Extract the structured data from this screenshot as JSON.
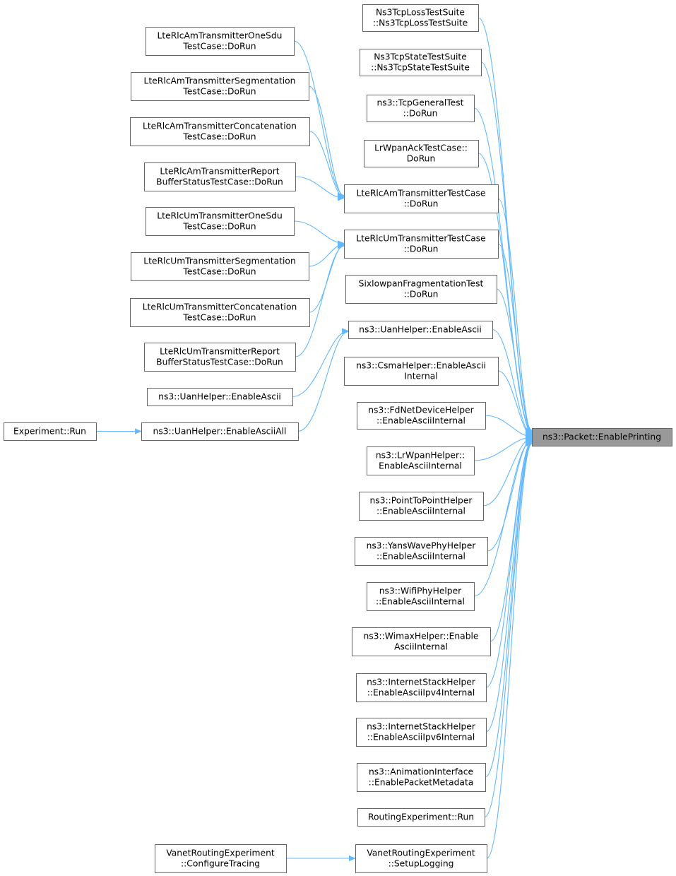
{
  "colors": {
    "edge": "#63b8ff",
    "node_fill": "#ffffff",
    "node_border": "#666666",
    "target_fill": "#999999"
  },
  "nodes": [
    {
      "id": "target",
      "lines": [
        "ns3::Packet::EnablePrinting"
      ],
      "highlight": true
    },
    {
      "id": "ns3tcplosstestsuite",
      "lines": [
        "Ns3TcpLossTestSuite",
        "::Ns3TcpLossTestSuite"
      ]
    },
    {
      "id": "ns3tcpstatetestsuite",
      "lines": [
        "Ns3TcpStateTestSuite",
        "::Ns3TcpStateTestSuite"
      ]
    },
    {
      "id": "tcpgeneraltest",
      "lines": [
        "ns3::TcpGeneralTest",
        "::DoRun"
      ]
    },
    {
      "id": "lrwpanacktestcase",
      "lines": [
        "LrWpanAckTestCase::",
        "DoRun"
      ]
    },
    {
      "id": "lterlcamtransmittertestcase",
      "lines": [
        "LteRlcAmTransmitterTestCase",
        "::DoRun"
      ]
    },
    {
      "id": "lterlcumtransmittertestcase",
      "lines": [
        "LteRlcUmTransmitterTestCase",
        "::DoRun"
      ]
    },
    {
      "id": "sixlowpanfragmentationtest",
      "lines": [
        "SixlowpanFragmentationTest",
        "::DoRun"
      ]
    },
    {
      "id": "uanhelper-enableascii-main",
      "lines": [
        "ns3::UanHelper::EnableAscii"
      ]
    },
    {
      "id": "csmahelper",
      "lines": [
        "ns3::CsmaHelper::EnableAscii",
        "Internal"
      ]
    },
    {
      "id": "fdnetdevicehelper",
      "lines": [
        "ns3::FdNetDeviceHelper",
        "::EnableAsciiInternal"
      ]
    },
    {
      "id": "lrwpanhelper",
      "lines": [
        "ns3::LrWpanHelper::",
        "EnableAsciiInternal"
      ]
    },
    {
      "id": "pointtopointhelper",
      "lines": [
        "ns3::PointToPointHelper",
        "::EnableAsciiInternal"
      ]
    },
    {
      "id": "yanswavephyhelper",
      "lines": [
        "ns3::YansWavePhyHelper",
        "::EnableAsciiInternal"
      ]
    },
    {
      "id": "wifiphyhelper",
      "lines": [
        "ns3::WifiPhyHelper",
        "::EnableAsciiInternal"
      ]
    },
    {
      "id": "wimaxhelper",
      "lines": [
        "ns3::WimaxHelper::Enable",
        "AsciiInternal"
      ]
    },
    {
      "id": "internetstackhelper-ipv4",
      "lines": [
        "ns3::InternetStackHelper",
        "::EnableAsciiIpv4Internal"
      ]
    },
    {
      "id": "internetstackhelper-ipv6",
      "lines": [
        "ns3::InternetStackHelper",
        "::EnableAsciiIpv6Internal"
      ]
    },
    {
      "id": "animationinterface",
      "lines": [
        "ns3::AnimationInterface",
        "::EnablePacketMetadata"
      ]
    },
    {
      "id": "routingexperiment-run",
      "lines": [
        "RoutingExperiment::Run"
      ]
    },
    {
      "id": "vanet-setuplogging",
      "lines": [
        "VanetRoutingExperiment",
        "::SetupLogging"
      ]
    },
    {
      "id": "am-onesdu",
      "lines": [
        "LteRlcAmTransmitterOneSdu",
        "TestCase::DoRun"
      ]
    },
    {
      "id": "am-segmentation",
      "lines": [
        "LteRlcAmTransmitterSegmentation",
        "TestCase::DoRun"
      ]
    },
    {
      "id": "am-concatenation",
      "lines": [
        "LteRlcAmTransmitterConcatenation",
        "TestCase::DoRun"
      ]
    },
    {
      "id": "am-report",
      "lines": [
        "LteRlcAmTransmitterReport",
        "BufferStatusTestCase::DoRun"
      ]
    },
    {
      "id": "um-onesdu",
      "lines": [
        "LteRlcUmTransmitterOneSdu",
        "TestCase::DoRun"
      ]
    },
    {
      "id": "um-segmentation",
      "lines": [
        "LteRlcUmTransmitterSegmentation",
        "TestCase::DoRun"
      ]
    },
    {
      "id": "um-concatenation",
      "lines": [
        "LteRlcUmTransmitterConcatenation",
        "TestCase::DoRun"
      ]
    },
    {
      "id": "um-report",
      "lines": [
        "LteRlcUmTransmitterReport",
        "BufferStatusTestCase::DoRun"
      ]
    },
    {
      "id": "uanhelper-enableascii-left",
      "lines": [
        "ns3::UanHelper::EnableAscii"
      ]
    },
    {
      "id": "uanhelper-enableasciiall",
      "lines": [
        "ns3::UanHelper::EnableAsciiAll"
      ]
    },
    {
      "id": "experiment-run",
      "lines": [
        "Experiment::Run"
      ]
    },
    {
      "id": "vanet-configuretracing",
      "lines": [
        "VanetRoutingExperiment",
        "::ConfigureTracing"
      ]
    }
  ],
  "edges": [
    {
      "from": "ns3tcplosstestsuite",
      "to": "target"
    },
    {
      "from": "ns3tcpstatetestsuite",
      "to": "target"
    },
    {
      "from": "tcpgeneraltest",
      "to": "target"
    },
    {
      "from": "lrwpanacktestcase",
      "to": "target"
    },
    {
      "from": "lterlcamtransmittertestcase",
      "to": "target"
    },
    {
      "from": "lterlcumtransmittertestcase",
      "to": "target"
    },
    {
      "from": "sixlowpanfragmentationtest",
      "to": "target"
    },
    {
      "from": "uanhelper-enableascii-main",
      "to": "target"
    },
    {
      "from": "csmahelper",
      "to": "target"
    },
    {
      "from": "fdnetdevicehelper",
      "to": "target"
    },
    {
      "from": "lrwpanhelper",
      "to": "target"
    },
    {
      "from": "pointtopointhelper",
      "to": "target"
    },
    {
      "from": "yanswavephyhelper",
      "to": "target"
    },
    {
      "from": "wifiphyhelper",
      "to": "target"
    },
    {
      "from": "wimaxhelper",
      "to": "target"
    },
    {
      "from": "internetstackhelper-ipv4",
      "to": "target"
    },
    {
      "from": "internetstackhelper-ipv6",
      "to": "target"
    },
    {
      "from": "animationinterface",
      "to": "target"
    },
    {
      "from": "routingexperiment-run",
      "to": "target"
    },
    {
      "from": "vanet-setuplogging",
      "to": "target"
    },
    {
      "from": "am-onesdu",
      "to": "lterlcamtransmittertestcase"
    },
    {
      "from": "am-segmentation",
      "to": "lterlcamtransmittertestcase"
    },
    {
      "from": "am-concatenation",
      "to": "lterlcamtransmittertestcase"
    },
    {
      "from": "am-report",
      "to": "lterlcamtransmittertestcase"
    },
    {
      "from": "um-onesdu",
      "to": "lterlcumtransmittertestcase"
    },
    {
      "from": "um-segmentation",
      "to": "lterlcumtransmittertestcase"
    },
    {
      "from": "um-concatenation",
      "to": "lterlcumtransmittertestcase"
    },
    {
      "from": "um-report",
      "to": "lterlcumtransmittertestcase"
    },
    {
      "from": "uanhelper-enableascii-left",
      "to": "uanhelper-enableascii-main"
    },
    {
      "from": "uanhelper-enableasciiall",
      "to": "uanhelper-enableascii-main"
    },
    {
      "from": "experiment-run",
      "to": "uanhelper-enableasciiall"
    },
    {
      "from": "vanet-configuretracing",
      "to": "vanet-setuplogging"
    }
  ]
}
